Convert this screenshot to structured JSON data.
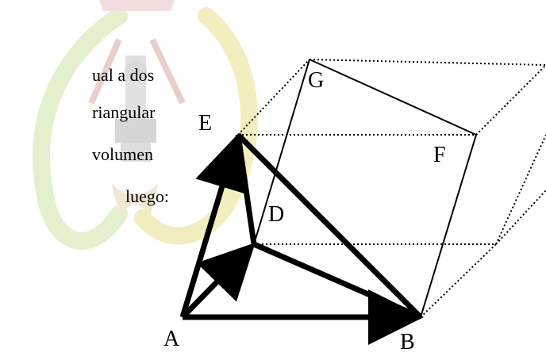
{
  "text_fragments": [
    "ual a dos",
    "riangular",
    "volumen",
    "luego:"
  ],
  "points": {
    "A": "A",
    "B": "B",
    "D": "D",
    "E": "E",
    "F": "F",
    "G": "G"
  },
  "watermark": {
    "description_icon": "theodolite-crest-icon",
    "colors": {
      "laurel": "#c8e0a0",
      "instrument": "#b0b0b0",
      "ribbon": "#e8c0c0"
    }
  },
  "colors": {
    "line": "#000000",
    "dotted": "#000000"
  }
}
